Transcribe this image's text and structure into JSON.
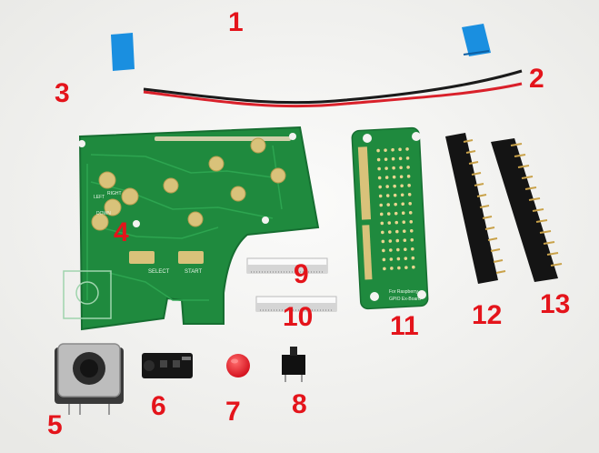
{
  "labels": {
    "l1": "1",
    "l2": "2",
    "l3": "3",
    "l4": "4",
    "l5": "5",
    "l6": "6",
    "l7": "7",
    "l8": "8",
    "l9": "9",
    "l10": "10",
    "l11": "11",
    "l12": "12",
    "l13": "13"
  },
  "pcb_text": {
    "select": "SELECT",
    "start": "START",
    "left": "LEFT",
    "right": "RIGHT",
    "down": "DOWN",
    "raspberry_line1": "For Raspberry",
    "raspberry_line2": "GPIO Ex-Board"
  },
  "colors": {
    "label_red": "#e4141b",
    "pcb_green": "#1f8a3e",
    "ribbon_blue": "#1a8fe0",
    "wire_red": "#d9202a",
    "wire_black": "#1a1a1a",
    "button_red": "#e8222e"
  },
  "icons": [
    "flex-cable-icon",
    "wire-icon",
    "gamepad-pcb-icon",
    "joystick-icon",
    "audio-jack-icon",
    "button-cap-icon",
    "tactile-switch-icon",
    "ffc-connector-icon",
    "gpio-board-icon",
    "pin-header-icon"
  ]
}
